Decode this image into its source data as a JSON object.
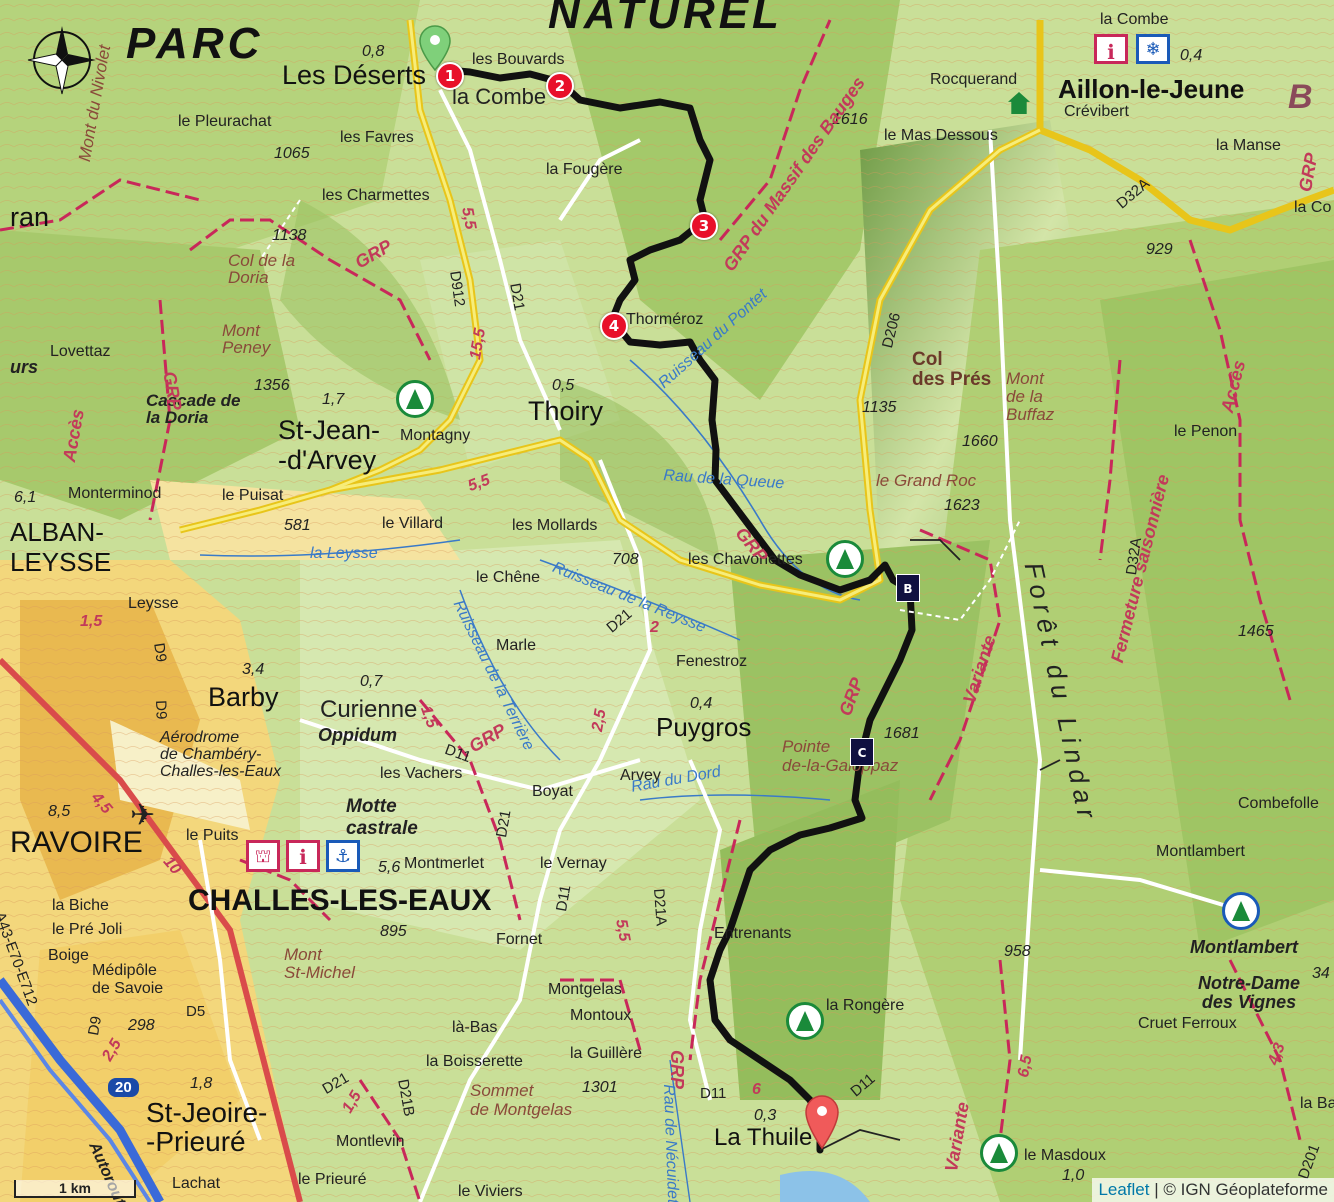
{
  "map": {
    "labels": {
      "parc": "PARC",
      "naturel": "NATUREL",
      "les_deserts": "Les Déserts",
      "la_combe_top": "la Combe",
      "la_combe": "la Combe",
      "les_bouvards": "les Bouvards",
      "le_pleurachat": "le Pleurachat",
      "les_favres": "les Favres",
      "les_charmettes": "les Charmettes",
      "la_fougere": "la Fougère",
      "col_doria": "Col de la Doria",
      "mont_peney": "Mont Peney",
      "lovettaz": "Lovettaz",
      "cascade": "Cascade de la Doria",
      "st_jean": "St-Jean-\n-d'Arvey",
      "montagny": "Montagny",
      "thoiry": "Thoiry",
      "thormeroz": "Thorméroz",
      "monterminod": "Monterminod",
      "le_puisat": "le Puisat",
      "le_villard": "le Villard",
      "les_mollards": "les Mollards",
      "le_chene": "le Chêne",
      "les_chavonettes": "les Chavonettes",
      "marle": "Marle",
      "fenestroz": "Fenestroz",
      "puygros": "Puygros",
      "arvey": "Arvey",
      "barby": "Barby",
      "curienne": "Curienne",
      "oppidum": "Oppidum",
      "aerodrome": "Aérodrome\nde Chambéry-\nChalles-les-Eaux",
      "les_vachers": "les Vachers",
      "motte": "Motte\ncastrale",
      "boyat": "Boyat",
      "le_puits": "le Puits",
      "challes": "CHALLES-LES-EAUX",
      "montmerlet": "Montmerlet",
      "le_vernay": "le Vernay",
      "ravoire": "RAVOIRE",
      "la_biche": "la Biche",
      "le_pre_joli": "le Pré Joli",
      "boige": "Boige",
      "medipole": "Médipôle\nde Savoie",
      "mont_st_michel": "Mont\nSt-Michel",
      "fornet": "Fornet",
      "montgelas": "Montgelas",
      "montoux": "Montoux",
      "la_bas": "là-Bas",
      "la_guillere": "la Guillère",
      "la_boisserette": "la Boisserette",
      "sommet_montgelas": "Sommet\nde Montgelas",
      "st_jeoire": "St-Jeoire-\n-Prieuré",
      "montlevin": "Montlevin",
      "le_prieure": "le Prieuré",
      "lachat": "Lachat",
      "le_viviers": "le Viviers",
      "autoroute": "Autoroute",
      "la_thuile": "La Thuile",
      "la_rongere": "la Rongère",
      "entrenants": "Entrenants",
      "pointe": "Pointe\nde-la-Galoppaz",
      "aillon": "Aillon-le-Jeune",
      "crevibert": "Crévibert",
      "rocquerand": "Rocquerand",
      "le_mas_dessous": "le Mas Dessous",
      "la_manse": "la Manse",
      "la_co": "la Co",
      "col_des_pres": "Col\ndes Prés",
      "mont_buffaz": "Mont\nde la\nBuffaz",
      "le_penon": "le Penon",
      "le_grand_roc": "le Grand Roc",
      "foret": "Forêt  du  Lindar",
      "combefolle": "Combefolle",
      "montlambert_v": "Montlambert",
      "montlambert": "Montlambert",
      "notre_dame": "Notre-Dame\ndes Vignes",
      "cruet": "Cruet Ferroux",
      "le_masdoux": "le Masdoux",
      "la_bara": "la Bara",
      "acces": "Accès",
      "fermeture": "Fermeture saisonnière",
      "variante": "Variante",
      "grp_massif": "GRP du Massif des Bauges",
      "grp": "GRP",
      "ruisseau_pontet": "Ruisseau du Pontet",
      "rau_queue": "Rau de la Queue",
      "ruisseau_reysse": "Ruisseau de la Reysse",
      "ruisseau_terriere": "Ruisseau de la Terrière",
      "rau_dord": "Rau du Dord",
      "rau_necuidet": "Rau de Nécuidet",
      "leysse": "Leysse",
      "la_leysse": "la  Leysse",
      "alban": "ALBAN-\nLEYSSE",
      "mont_du_nivolet": "Mont du Nivolet",
      "granier_fragment": "ran",
      "ours_fragment": "urs"
    },
    "altitudes": {
      "a08": "0,8",
      "a04": "0,4",
      "a1616": "1616",
      "a1065": "1065",
      "a1138": "1138",
      "a1356": "1356",
      "a17": "1,7",
      "a05": "0,5",
      "a1135": "1135",
      "a1660": "1660",
      "a1623": "1623",
      "a929": "929",
      "a61": "6,1",
      "a581": "581",
      "a708": "708",
      "a1465": "1465",
      "a34": "3,4",
      "a07": "0,7",
      "a04b": "0,4",
      "a1681": "1681",
      "a85": "8,5",
      "a56": "5,6",
      "a895": "895",
      "a958": "958",
      "a298": "298",
      "a18": "1,8",
      "a1301": "1301",
      "a03": "0,3",
      "a10": "1,0",
      "a34r": "34",
      "a55": "5,5",
      "a155": "15,5",
      "a55b": "5,5",
      "a15": "1,5",
      "a45": "4,5",
      "a10b": "10",
      "a25": "2,5",
      "a15b": "1,5",
      "a6": "6",
      "a55c": "5,5",
      "a65": "6,5",
      "a15c": "1,5",
      "a2": "2",
      "a43": "4,3",
      "a25b": "2,5"
    },
    "roads": {
      "d912": "D912",
      "d21": "D21",
      "d206": "D206",
      "d32a": "D32A",
      "d32a_b": "D32A",
      "d9": "D9",
      "d9b": "D9",
      "d11": "D11",
      "d21b": "D21",
      "d21c": "D21",
      "d11b": "D11",
      "d21a": "D21A",
      "d5": "D5",
      "d9c": "D9",
      "d21d": "D21",
      "d21b2": "D21B",
      "d11c": "D11",
      "d11d": "D11",
      "d201": "D201",
      "e70": "A43-E70-E712",
      "a20": "20"
    },
    "markers": {
      "m1": "1",
      "m2": "2",
      "m3": "3",
      "m4": "4",
      "b": "B",
      "c": "C"
    },
    "poi": {
      "b_corner": "B"
    },
    "scale": "1 km",
    "attribution_leaflet": "Leaflet",
    "attribution_rest": " | © IGN Géoplateforme",
    "colors": {
      "track": "#111111",
      "route_grp": "#c8285a",
      "main_road": "#f2dd2a",
      "urban": "#e8b84a",
      "water": "#3a7ac8",
      "marker": "#e8102a",
      "start_pin": "#7fd07a",
      "end_pin": "#f05a5a"
    }
  }
}
